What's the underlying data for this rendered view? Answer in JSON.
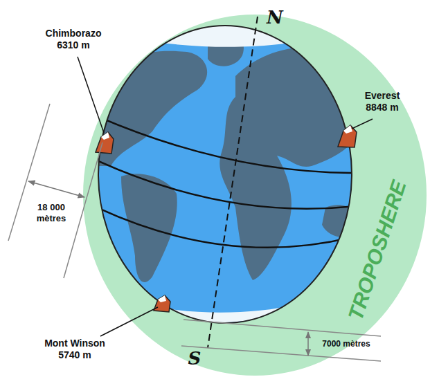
{
  "diagram": {
    "labels": [
      "Chimborazo 6310 m",
      "Everest 8848 m",
      "Mont Winson 5740 m",
      "18 000 mètres",
      "7000 mètres",
      "TROPOSHERE",
      "N",
      "S"
    ]
  }
}
